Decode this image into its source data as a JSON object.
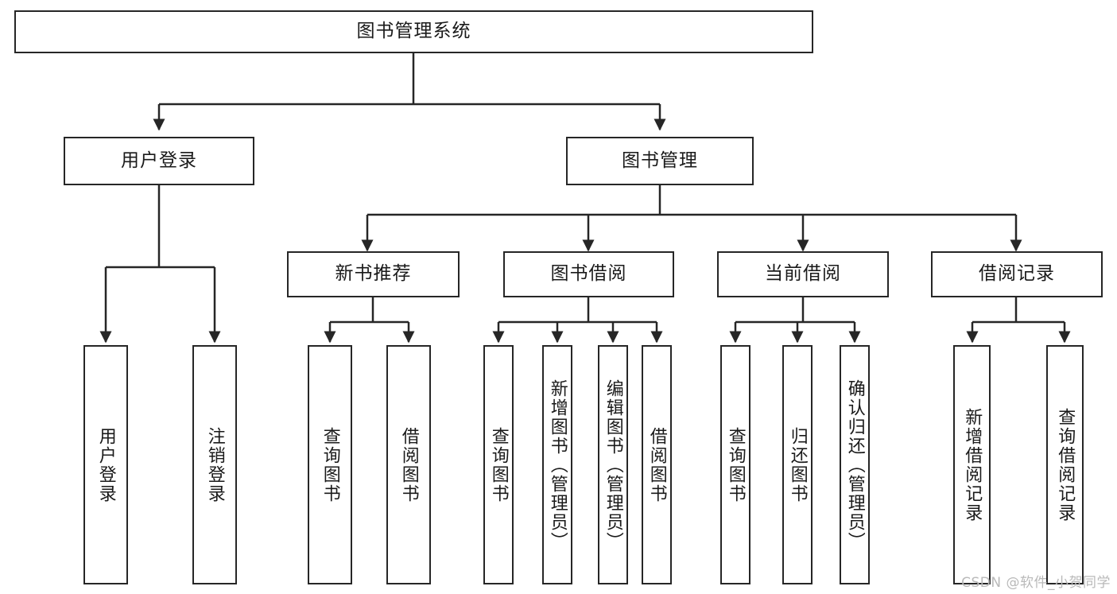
{
  "diagram": {
    "title": "图书管理系统",
    "type": "tree-hierarchy",
    "nodes": {
      "root": {
        "label": "图书管理系统"
      },
      "level2": [
        {
          "id": "user-login",
          "label": "用户登录"
        },
        {
          "id": "book-management",
          "label": "图书管理"
        }
      ],
      "level3": [
        {
          "id": "new-book-recommend",
          "label": "新书推荐"
        },
        {
          "id": "book-borrow",
          "label": "图书借阅"
        },
        {
          "id": "current-borrow",
          "label": "当前借阅"
        },
        {
          "id": "borrow-record",
          "label": "借阅记录"
        }
      ],
      "leaves": {
        "user-login": [
          {
            "id": "leaf-user-login",
            "label": "用户登录"
          },
          {
            "id": "leaf-logout-login",
            "label": "注销登录"
          }
        ],
        "new-book-recommend": [
          {
            "id": "leaf-query-book-1",
            "label": "查询图书"
          },
          {
            "id": "leaf-borrow-book-1",
            "label": "借阅图书"
          }
        ],
        "book-borrow": [
          {
            "id": "leaf-query-book-2",
            "label": "查询图书"
          },
          {
            "id": "leaf-add-book",
            "label": "新增图书（管理员）"
          },
          {
            "id": "leaf-edit-book",
            "label": "编辑图书（管理员）"
          },
          {
            "id": "leaf-borrow-book-2",
            "label": "借阅图书"
          }
        ],
        "current-borrow": [
          {
            "id": "leaf-query-book-3",
            "label": "查询图书"
          },
          {
            "id": "leaf-return-book",
            "label": "归还图书"
          },
          {
            "id": "leaf-confirm-return",
            "label": "确认归还（管理员）"
          }
        ],
        "borrow-record": [
          {
            "id": "leaf-add-record",
            "label": "新增借阅记录"
          },
          {
            "id": "leaf-query-record",
            "label": "查询借阅记录"
          }
        ]
      }
    },
    "colors": {
      "stroke": "#262626",
      "fill": "#ffffff",
      "text": "#1a1a1a",
      "watermark": "#b9b9b9"
    }
  },
  "watermark": {
    "text": "CSDN @软件_小贺同学"
  }
}
